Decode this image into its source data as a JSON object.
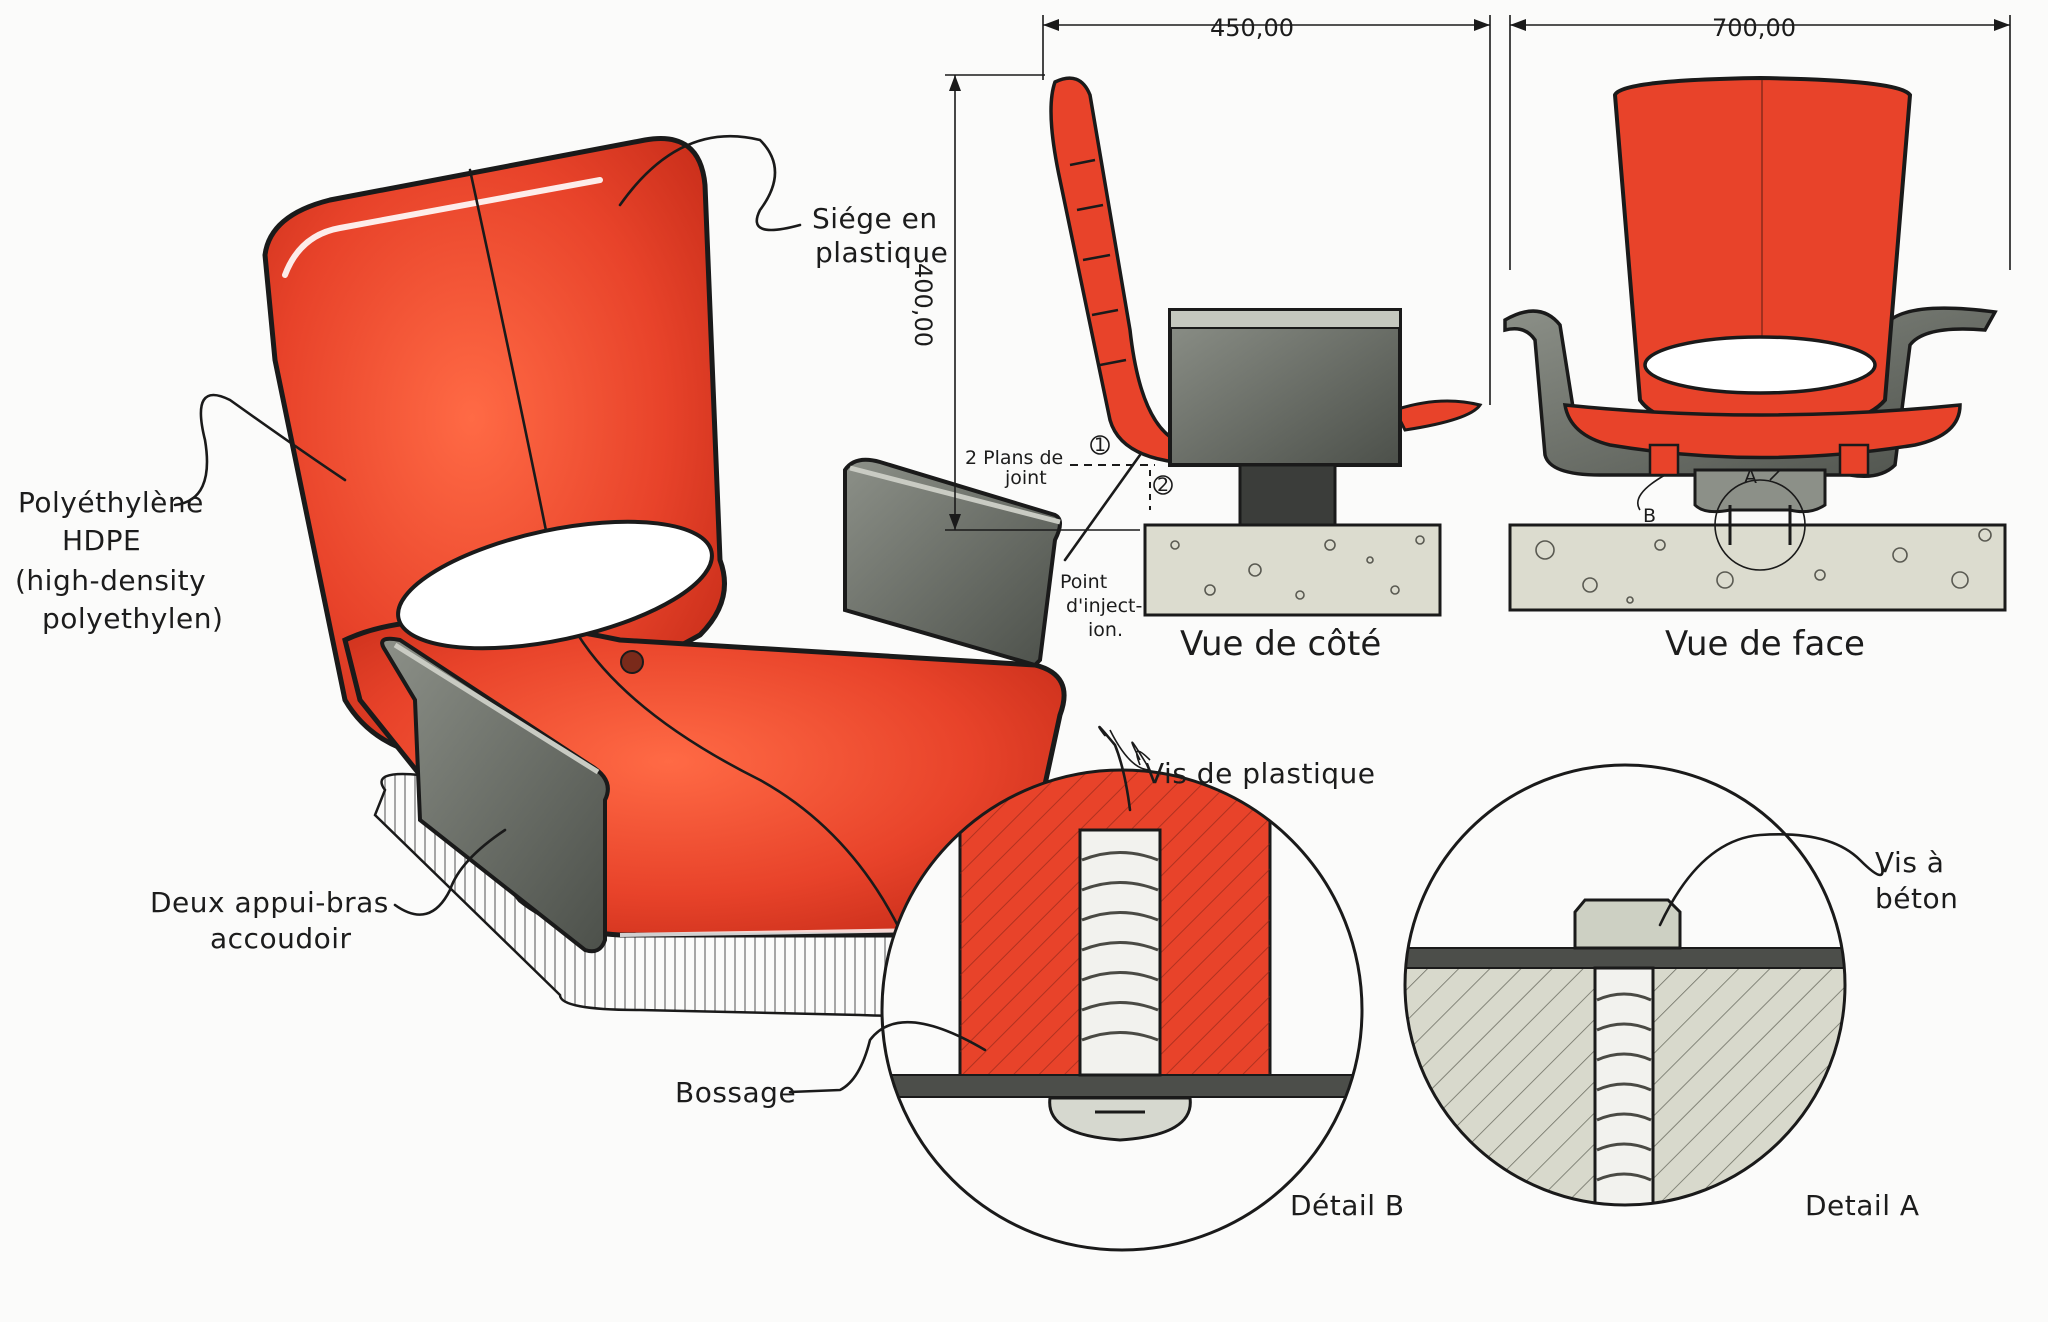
{
  "colors": {
    "plastic_red": "#e8432a",
    "plastic_red_dark": "#c92f1c",
    "armrest_grey": "#6a6e66",
    "armrest_dark": "#3f433d",
    "concrete": "#dcdccf",
    "ink": "#1a1a1a"
  },
  "labels": {
    "seat_material": [
      "Siége en",
      "plastique"
    ],
    "polymer": [
      "Polyéthylène",
      "HDPE",
      "(high-density",
      "polyethylen)"
    ],
    "armrests": [
      "Deux appui-bras",
      "accoudoir"
    ],
    "joint_planes": [
      "2 Plans de",
      "joint"
    ],
    "injection_point": [
      "Point",
      "d'inject-",
      "ion."
    ],
    "plastic_screw": "Vis de plastique",
    "concrete_screw": [
      "Vis à",
      "béton"
    ],
    "boss": "Bossage",
    "marker_1": "1",
    "marker_2": "2",
    "marker_a": "A",
    "marker_b": "B"
  },
  "dimensions": {
    "side_width": "450,00",
    "front_width": "700,00",
    "height": "400,00"
  },
  "views": {
    "side": "Vue de côté",
    "front": "Vue de face",
    "detail_b": "Détail B",
    "detail_a": "Detail A"
  }
}
